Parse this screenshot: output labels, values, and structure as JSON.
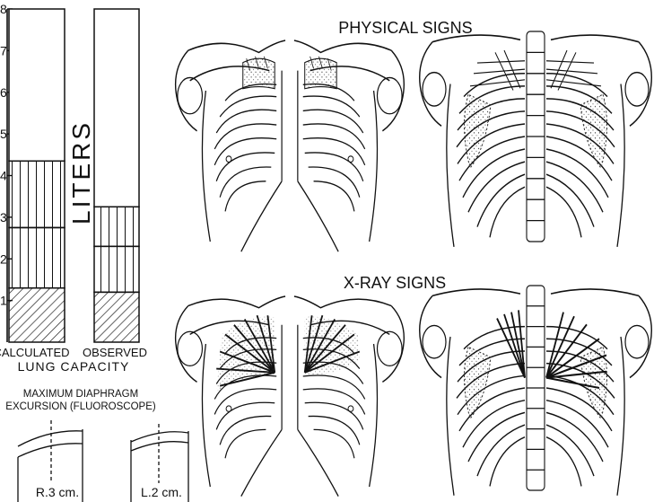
{
  "chart_data": {
    "type": "bar",
    "categories": [
      "CALCULATED",
      "OBSERVED"
    ],
    "category_caption": "LUNG CAPACITY",
    "ylabel": "LITERS",
    "ylim": [
      0,
      8
    ],
    "y_ticks": [
      "1",
      "2",
      "3",
      "4",
      "5",
      "6",
      "7",
      "8"
    ],
    "bars": [
      {
        "category": "CALCULATED",
        "segments": [
          1.3,
          2.75,
          4.35,
          8
        ]
      },
      {
        "category": "OBSERVED",
        "segments": [
          1.2,
          2.3,
          3.25,
          8
        ]
      }
    ]
  },
  "panels": {
    "physical_title": "PHYSICAL SIGNS",
    "xray_title": "X-RAY SIGNS"
  },
  "diaphragm": {
    "title_line1": "MAXIMUM  DIAPHRAGM",
    "title_line2": "EXCURSION (FLUOROSCOPE)",
    "right_value": "R.3 cm.",
    "left_value": "L.2 cm."
  }
}
